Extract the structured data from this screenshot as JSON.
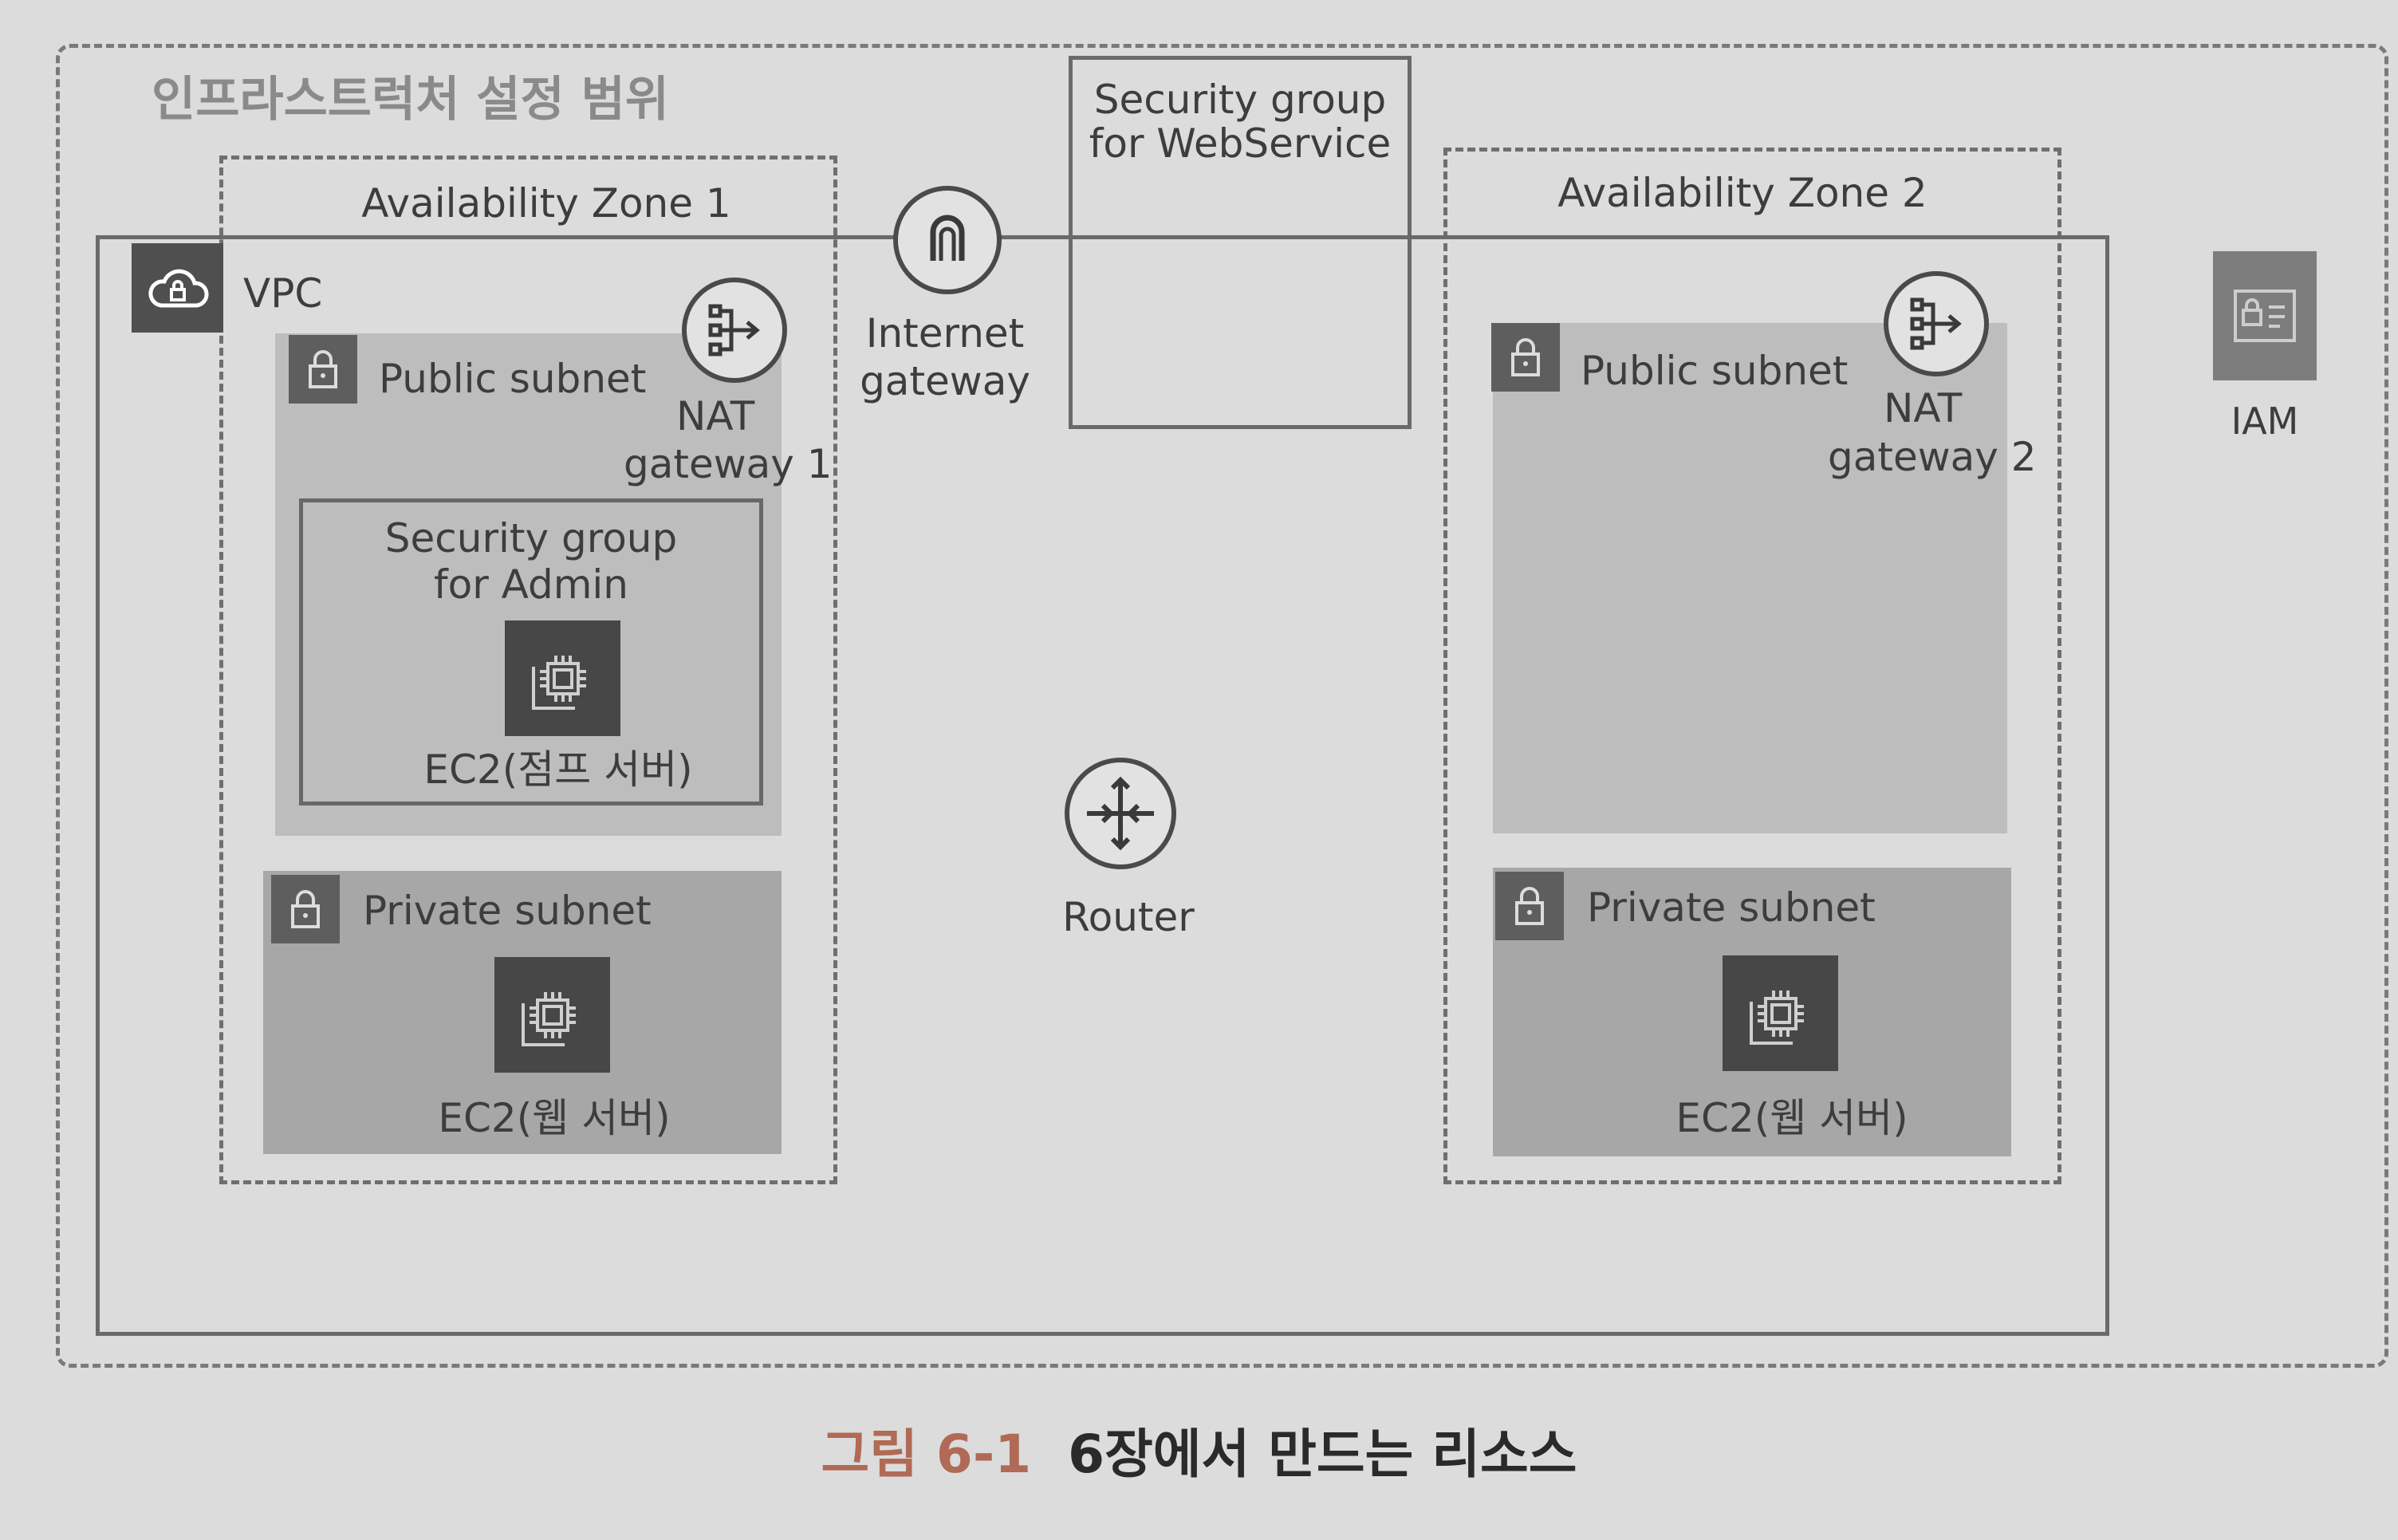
{
  "scope": {
    "title": "인프라스트럭처 설정 범위"
  },
  "vpc": {
    "label": "VPC",
    "icon": "vpc-cloud-lock-icon"
  },
  "az1": {
    "title": "Availability Zone 1",
    "public_subnet": {
      "label": "Public subnet",
      "icon": "lock-icon"
    },
    "nat_gateway": {
      "line1": "NAT",
      "line2": "gateway 1",
      "icon": "nat-gateway-icon"
    },
    "sg_admin": {
      "line1": "Security group",
      "line2": "for Admin"
    },
    "jump_server": {
      "label": "EC2(점프 서버)",
      "icon": "ec2-instance-icon"
    },
    "private_subnet": {
      "label": "Private subnet",
      "icon": "lock-icon"
    },
    "web_server": {
      "label": "EC2(웹 서버)",
      "icon": "ec2-instance-icon"
    }
  },
  "az2": {
    "title": "Availability Zone 2",
    "public_subnet": {
      "label": "Public subnet",
      "icon": "lock-icon"
    },
    "nat_gateway": {
      "line1": "NAT",
      "line2": "gateway 2",
      "icon": "nat-gateway-icon"
    },
    "private_subnet": {
      "label": "Private subnet",
      "icon": "lock-icon"
    },
    "web_server": {
      "label": "EC2(웹 서버)",
      "icon": "ec2-instance-icon"
    }
  },
  "internet_gateway": {
    "line1": "Internet",
    "line2": "gateway",
    "icon": "internet-gateway-icon"
  },
  "sg_web": {
    "line1": "Security group",
    "line2": "for WebService"
  },
  "router": {
    "label": "Router",
    "icon": "router-icon"
  },
  "iam": {
    "label": "IAM",
    "icon": "iam-icon"
  },
  "caption": {
    "number": "그림 6-1",
    "text": "6장에서 만드는 리소스"
  },
  "colors": {
    "caption_number": "#b06a55",
    "background": "#dcdcdc"
  }
}
